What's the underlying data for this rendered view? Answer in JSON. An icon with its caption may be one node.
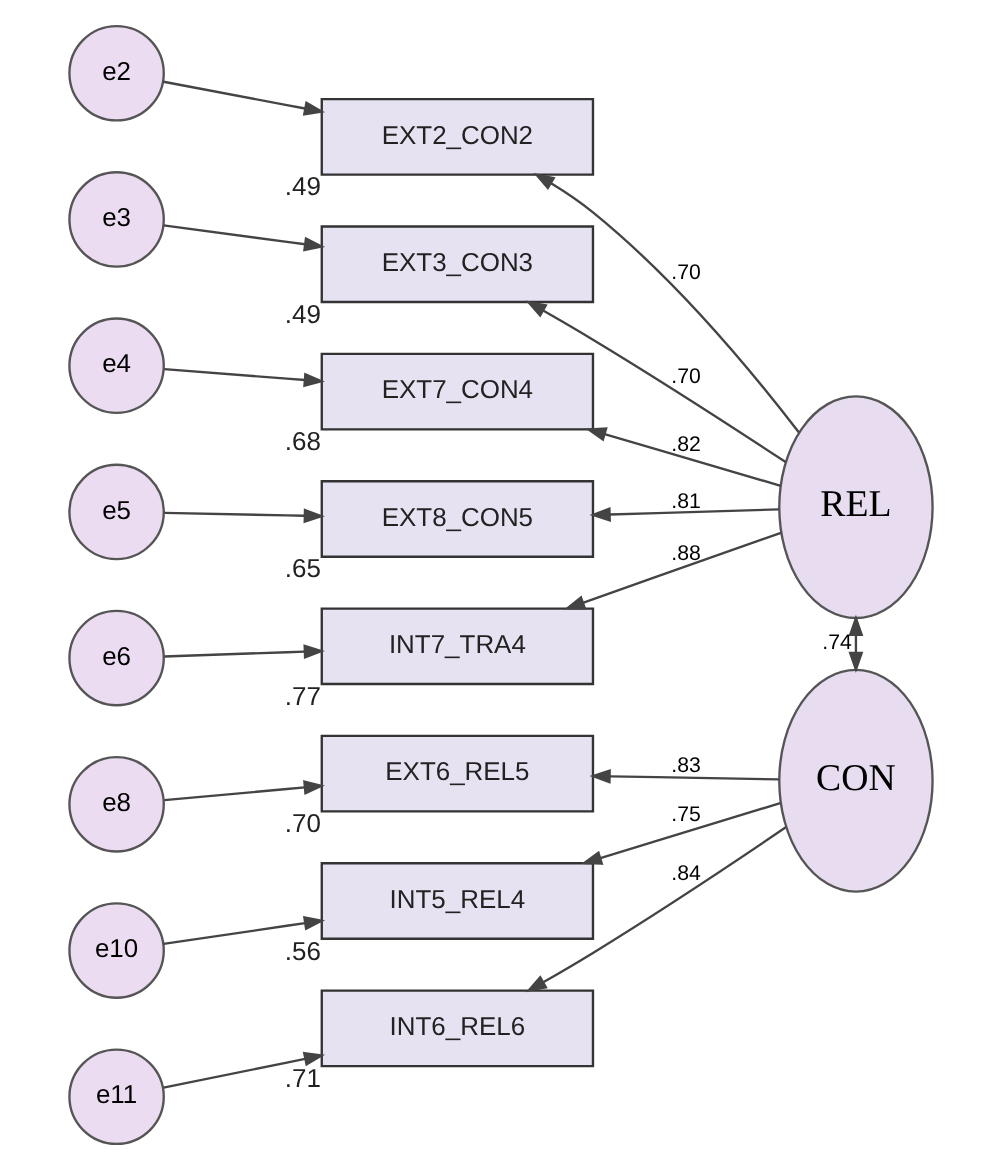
{
  "diagram": {
    "nodes": [
      {
        "text": [
          "e2"
        ]
      },
      {
        "text": [
          "EXT2_CON2"
        ],
        "beside": [
          ".49"
        ]
      },
      {
        "text": [
          "e3"
        ]
      },
      {
        "text": [
          "EXT3_CON3"
        ],
        "beside": [
          ".49"
        ]
      },
      {
        "text": [
          "e4"
        ]
      },
      {
        "text": [
          "EXT7_CON4"
        ],
        "beside": [
          ".68"
        ]
      },
      {
        "text": [
          "e5"
        ]
      },
      {
        "text": [
          "EXT8_CON5"
        ],
        "beside": [
          ".65"
        ]
      },
      {
        "text": [
          "e6"
        ]
      },
      {
        "text": [
          "INT7_TRA4"
        ],
        "beside": [
          ".77"
        ]
      },
      {
        "text": [
          "e8"
        ]
      },
      {
        "text": [
          "EXT6_REL5"
        ],
        "beside": [
          ".70"
        ]
      },
      {
        "text": [
          "e10"
        ]
      },
      {
        "text": [
          "INT5_REL4"
        ],
        "beside": [
          ".56"
        ]
      },
      {
        "text": [
          "e11"
        ]
      },
      {
        "text": [
          "INT6_REL6"
        ],
        "beside": [
          ".71"
        ]
      },
      {
        "text": [
          "REL"
        ]
      },
      {
        "text": [
          "CON"
        ]
      }
    ],
    "edges": [
      {
        "from": 0,
        "to": 1,
        "arrow": "to"
      },
      {
        "from": 2,
        "to": 3,
        "arrow": "to"
      },
      {
        "from": 4,
        "to": 5,
        "arrow": "to"
      },
      {
        "from": 6,
        "to": 7,
        "arrow": "to"
      },
      {
        "from": 8,
        "to": 9,
        "arrow": "to"
      },
      {
        "from": 10,
        "to": 11,
        "arrow": "to"
      },
      {
        "from": 12,
        "to": 13,
        "arrow": "to"
      },
      {
        "from": 14,
        "to": 15,
        "arrow": "to"
      },
      {
        "from": 16,
        "to": 1,
        "arrow": "to",
        "label": ".70"
      },
      {
        "from": 16,
        "to": 3,
        "arrow": "to",
        "label": ".70"
      },
      {
        "from": 16,
        "to": 5,
        "arrow": "to",
        "label": ".82"
      },
      {
        "from": 16,
        "to": 7,
        "arrow": "to",
        "label": ".81"
      },
      {
        "from": 16,
        "to": 9,
        "arrow": "to",
        "label": ".88"
      },
      {
        "from": 17,
        "to": 11,
        "arrow": "to",
        "label": ".83"
      },
      {
        "from": 17,
        "to": 13,
        "arrow": "to",
        "label": ".75"
      },
      {
        "from": 17,
        "to": 15,
        "arrow": "to",
        "label": ".84"
      },
      {
        "from": 16,
        "to": 17,
        "arrow": "both",
        "label": ".74"
      }
    ]
  }
}
